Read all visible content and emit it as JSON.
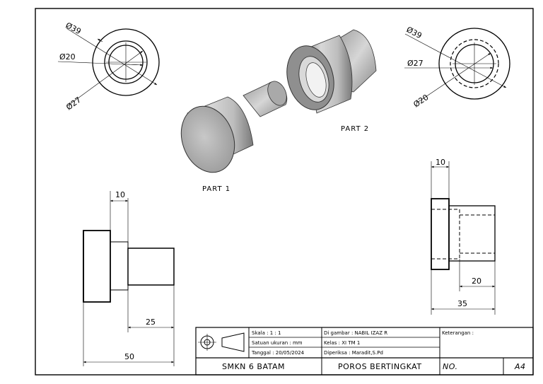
{
  "drawing": {
    "top_left_view": {
      "d_outer": "Ø39",
      "d_inner": "Ø20",
      "d_mid": "Ø27"
    },
    "top_right_view": {
      "d_outer": "Ø39",
      "d_mid": "Ø27",
      "d_inner": "Ø20"
    },
    "part1_label": "PART 1",
    "part2_label": "PART 2",
    "left_view": {
      "dim_top": "10",
      "dim_mid": "25",
      "dim_bottom": "50"
    },
    "right_view": {
      "dim_top": "10",
      "dim_mid": "20",
      "dim_bottom": "35"
    }
  },
  "title_block": {
    "scale": "Skala : 1 : 1",
    "unit": "Satuan ukuran : mm",
    "date": "Tanggal : 20/05/2024",
    "drawn_by": "Di gambar : NABIL IZAZ R",
    "class": "Kelas : XI TM 1",
    "checked_by": "Diperiksa : Maradit,S.Pd",
    "notes_label": "Keterangan :",
    "school": "SMKN 6 BATAM",
    "title": "POROS BERTINGKAT",
    "no_label": "NO.",
    "paper": "A4"
  }
}
